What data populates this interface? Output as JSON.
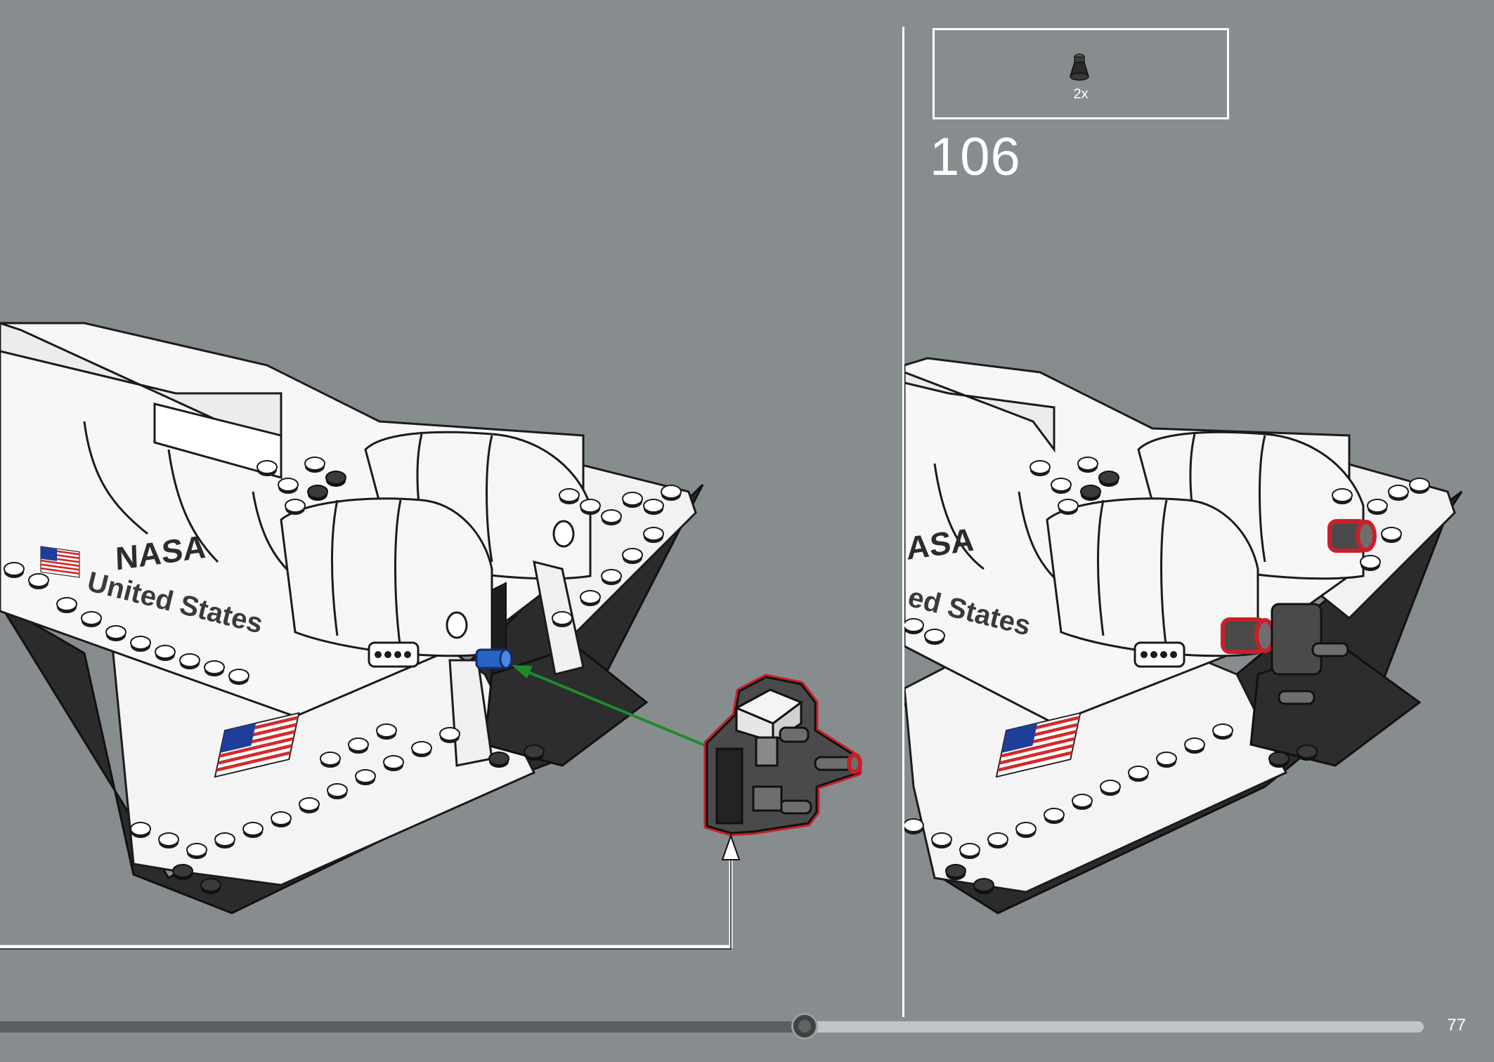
{
  "page": {
    "step_number": "106",
    "page_number": "77",
    "progress_fraction": 0.565
  },
  "parts_callout": {
    "items": [
      {
        "part": "black-cone-1x1-icon",
        "quantity": "2x"
      }
    ]
  },
  "illustration": {
    "left_logo": "NASA",
    "left_side_text": "United States",
    "right_logo": "NASA",
    "right_side_text": "ed States"
  },
  "colors": {
    "background": "#878d8f",
    "highlight_outline": "#c8202a",
    "insert_arrow": "#1f8a2e",
    "connector_pin": "#2a62c4"
  }
}
